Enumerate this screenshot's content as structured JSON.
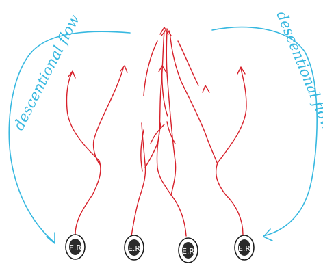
{
  "labels": {
    "left_flow": "descentional flow",
    "right_flow": "descentional flow"
  },
  "receptors": [
    "E.R",
    "E.R",
    "E.R",
    "E.R"
  ],
  "colors": {
    "flow_arrows": "#37b8e0",
    "vessels": "#d7202a",
    "receptor_outline": "#1a1a1a",
    "background": "#ffffff"
  }
}
